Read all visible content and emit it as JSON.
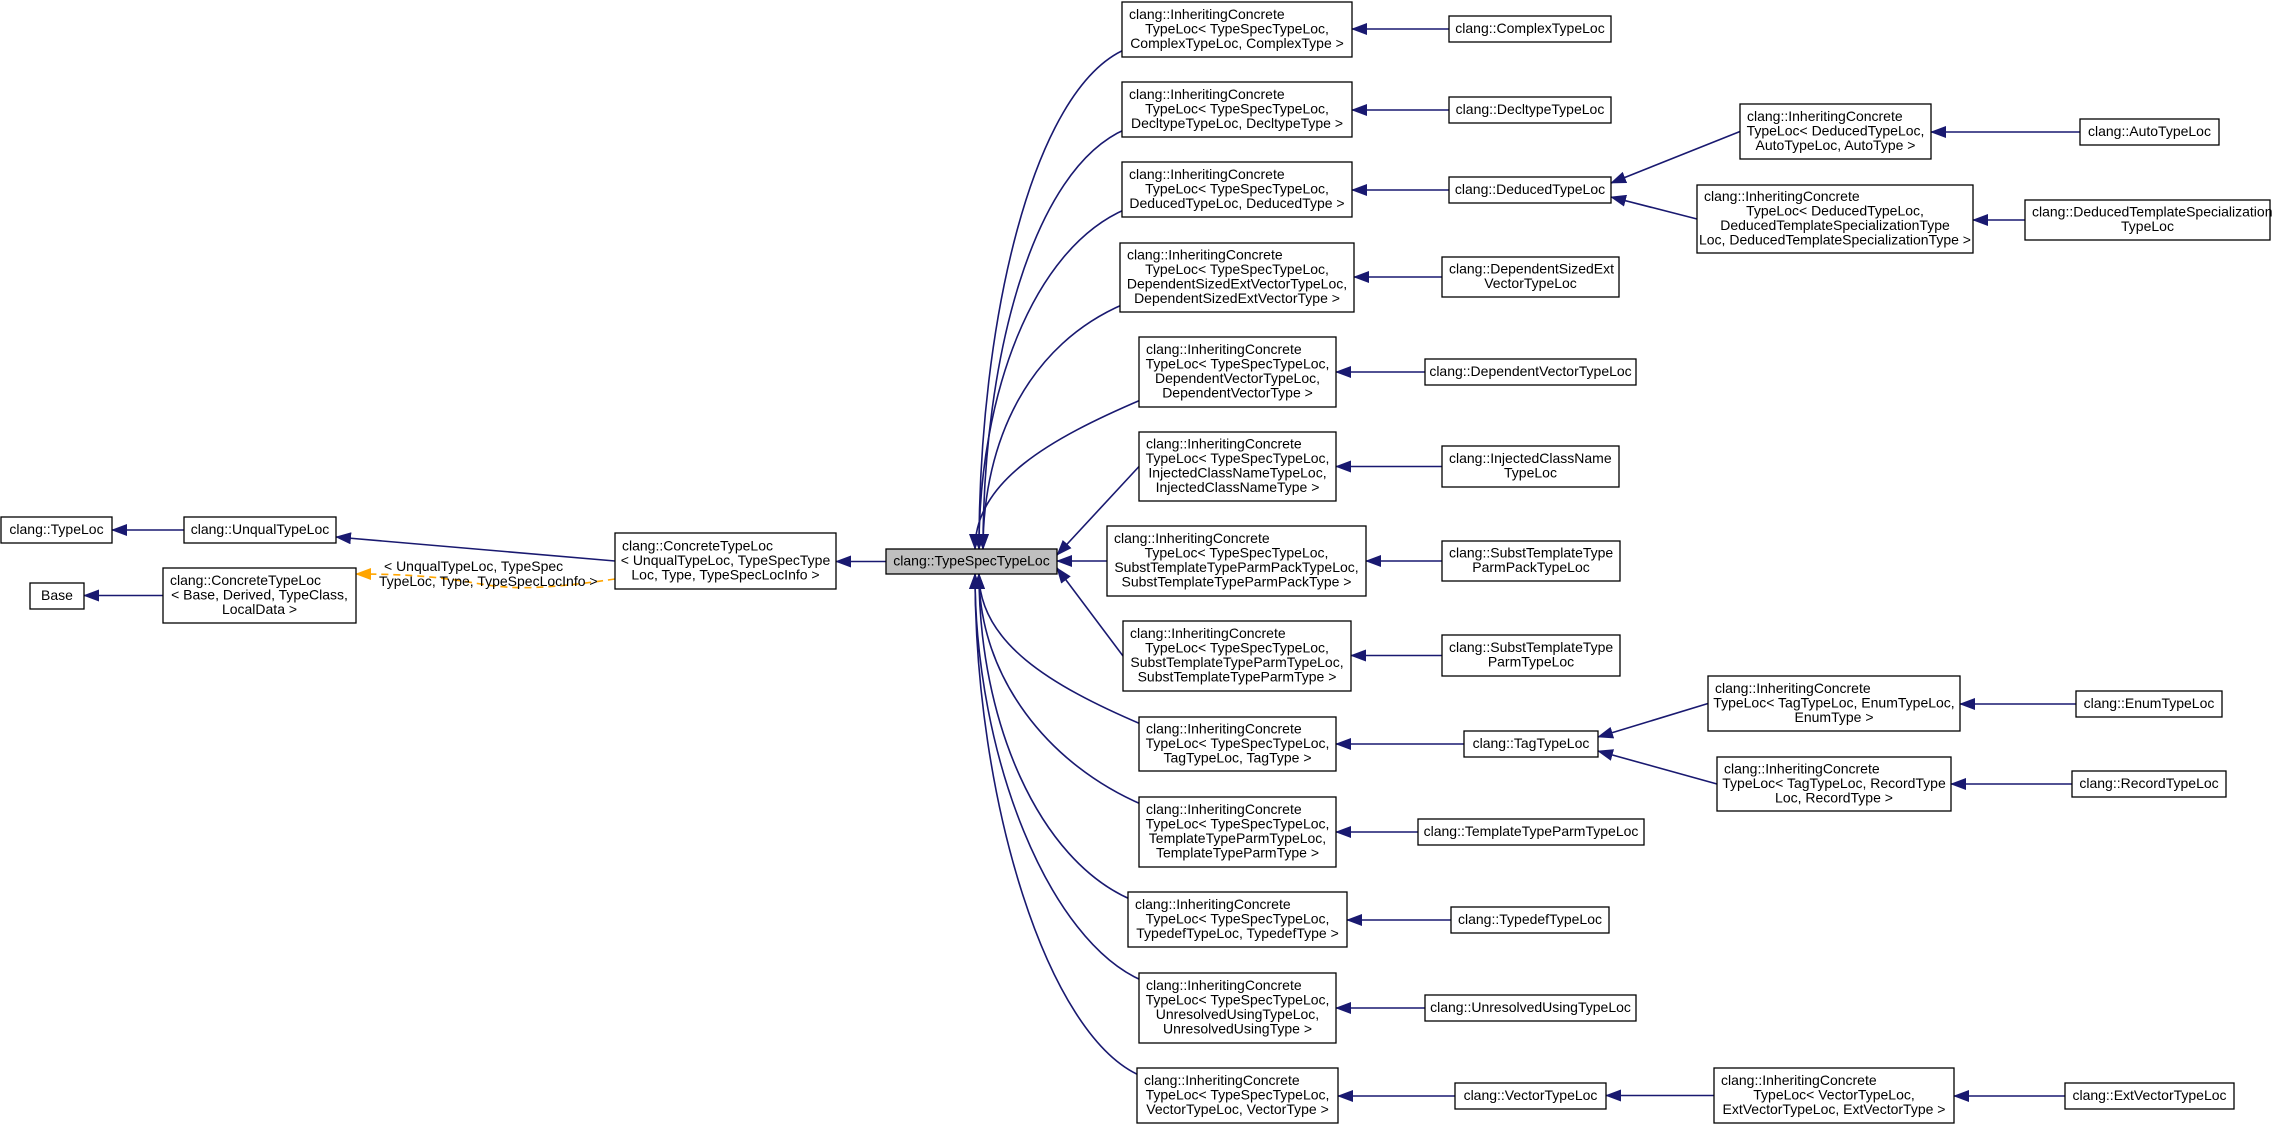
{
  "colors": {
    "inherit_edge": "#191970",
    "template_edge": "#ffa500",
    "focus_fill": "#bfbfbf"
  },
  "template_label": [
    "< UnqualTypeLoc, TypeSpec",
    "TypeLoc, Type, TypeSpecLocInfo >"
  ],
  "nodes": [
    {
      "id": "typeloc",
      "lines": [
        "clang::TypeLoc"
      ]
    },
    {
      "id": "base",
      "lines": [
        "Base"
      ]
    },
    {
      "id": "unqual",
      "lines": [
        "clang::UnqualTypeLoc"
      ]
    },
    {
      "id": "concbase",
      "lines": [
        "clang::ConcreteTypeLoc",
        "< Base, Derived, TypeClass,",
        "LocalData >"
      ]
    },
    {
      "id": "concunqual",
      "lines": [
        "clang::ConcreteTypeLoc",
        "< UnqualTypeLoc, TypeSpecType",
        "Loc, Type, TypeSpecLocInfo >"
      ]
    },
    {
      "id": "typespec",
      "lines": [
        "clang::TypeSpecTypeLoc"
      ],
      "focus": true
    },
    {
      "id": "i_complex",
      "lines": [
        "clang::InheritingConcrete",
        "TypeLoc< TypeSpecTypeLoc,",
        "ComplexTypeLoc, ComplexType >"
      ]
    },
    {
      "id": "complex",
      "lines": [
        "clang::ComplexTypeLoc"
      ]
    },
    {
      "id": "i_decltype",
      "lines": [
        "clang::InheritingConcrete",
        "TypeLoc< TypeSpecTypeLoc,",
        "DecltypeTypeLoc, DecltypeType >"
      ]
    },
    {
      "id": "decltype",
      "lines": [
        "clang::DecltypeTypeLoc"
      ]
    },
    {
      "id": "i_deduced",
      "lines": [
        "clang::InheritingConcrete",
        "TypeLoc< TypeSpecTypeLoc,",
        "DeducedTypeLoc, DeducedType >"
      ]
    },
    {
      "id": "deduced",
      "lines": [
        "clang::DeducedTypeLoc"
      ]
    },
    {
      "id": "i_auto",
      "lines": [
        "clang::InheritingConcrete",
        "TypeLoc< DeducedTypeLoc,",
        "AutoTypeLoc, AutoType >"
      ]
    },
    {
      "id": "auto",
      "lines": [
        "clang::AutoTypeLoc"
      ]
    },
    {
      "id": "i_dts",
      "lines": [
        "clang::InheritingConcrete",
        "TypeLoc< DeducedTypeLoc,",
        "DeducedTemplateSpecializationType",
        "Loc, DeducedTemplateSpecializationType >"
      ]
    },
    {
      "id": "dts",
      "lines": [
        "clang::DeducedTemplateSpecialization",
        "TypeLoc"
      ]
    },
    {
      "id": "i_dsev",
      "lines": [
        "clang::InheritingConcrete",
        "TypeLoc< TypeSpecTypeLoc,",
        "DependentSizedExtVectorTypeLoc,",
        "DependentSizedExtVectorType >"
      ]
    },
    {
      "id": "dsev",
      "lines": [
        "clang::DependentSizedExt",
        "VectorTypeLoc"
      ]
    },
    {
      "id": "i_dv",
      "lines": [
        "clang::InheritingConcrete",
        "TypeLoc< TypeSpecTypeLoc,",
        "DependentVectorTypeLoc,",
        "DependentVectorType >"
      ]
    },
    {
      "id": "dv",
      "lines": [
        "clang::DependentVectorTypeLoc"
      ]
    },
    {
      "id": "i_icn",
      "lines": [
        "clang::InheritingConcrete",
        "TypeLoc< TypeSpecTypeLoc,",
        "InjectedClassNameTypeLoc,",
        "InjectedClassNameType >"
      ]
    },
    {
      "id": "icn",
      "lines": [
        "clang::InjectedClassName",
        "TypeLoc"
      ]
    },
    {
      "id": "i_sttpp",
      "lines": [
        "clang::InheritingConcrete",
        "TypeLoc< TypeSpecTypeLoc,",
        "SubstTemplateTypeParmPackTypeLoc,",
        "SubstTemplateTypeParmPackType >"
      ]
    },
    {
      "id": "sttpp",
      "lines": [
        "clang::SubstTemplateType",
        "ParmPackTypeLoc"
      ]
    },
    {
      "id": "i_sttp",
      "lines": [
        "clang::InheritingConcrete",
        "TypeLoc< TypeSpecTypeLoc,",
        "SubstTemplateTypeParmTypeLoc,",
        "SubstTemplateTypeParmType >"
      ]
    },
    {
      "id": "sttp",
      "lines": [
        "clang::SubstTemplateType",
        "ParmTypeLoc"
      ]
    },
    {
      "id": "i_tag",
      "lines": [
        "clang::InheritingConcrete",
        "TypeLoc< TypeSpecTypeLoc,",
        "TagTypeLoc, TagType >"
      ]
    },
    {
      "id": "tag",
      "lines": [
        "clang::TagTypeLoc"
      ]
    },
    {
      "id": "i_enum",
      "lines": [
        "clang::InheritingConcrete",
        "TypeLoc< TagTypeLoc, EnumTypeLoc,",
        "EnumType >"
      ]
    },
    {
      "id": "enum",
      "lines": [
        "clang::EnumTypeLoc"
      ]
    },
    {
      "id": "i_record",
      "lines": [
        "clang::InheritingConcrete",
        "TypeLoc< TagTypeLoc, RecordType",
        "Loc, RecordType >"
      ]
    },
    {
      "id": "record",
      "lines": [
        "clang::RecordTypeLoc"
      ]
    },
    {
      "id": "i_ttp",
      "lines": [
        "clang::InheritingConcrete",
        "TypeLoc< TypeSpecTypeLoc,",
        "TemplateTypeParmTypeLoc,",
        "TemplateTypeParmType >"
      ]
    },
    {
      "id": "ttp",
      "lines": [
        "clang::TemplateTypeParmTypeLoc"
      ]
    },
    {
      "id": "i_typedef",
      "lines": [
        "clang::InheritingConcrete",
        "TypeLoc< TypeSpecTypeLoc,",
        "TypedefTypeLoc, TypedefType >"
      ]
    },
    {
      "id": "typedef",
      "lines": [
        "clang::TypedefTypeLoc"
      ]
    },
    {
      "id": "i_uu",
      "lines": [
        "clang::InheritingConcrete",
        "TypeLoc< TypeSpecTypeLoc,",
        "UnresolvedUsingTypeLoc,",
        "UnresolvedUsingType >"
      ]
    },
    {
      "id": "uu",
      "lines": [
        "clang::UnresolvedUsingTypeLoc"
      ]
    },
    {
      "id": "i_vector",
      "lines": [
        "clang::InheritingConcrete",
        "TypeLoc< TypeSpecTypeLoc,",
        "VectorTypeLoc, VectorType >"
      ]
    },
    {
      "id": "vector",
      "lines": [
        "clang::VectorTypeLoc"
      ]
    },
    {
      "id": "i_extvector",
      "lines": [
        "clang::InheritingConcrete",
        "TypeLoc< VectorTypeLoc,",
        "ExtVectorTypeLoc, ExtVectorType >"
      ]
    },
    {
      "id": "extvector",
      "lines": [
        "clang::ExtVectorTypeLoc"
      ]
    }
  ],
  "edges": [
    [
      "unqual",
      "typeloc"
    ],
    [
      "concbase",
      "base"
    ],
    [
      "concunqual",
      "unqual"
    ],
    [
      "typespec",
      "concunqual"
    ],
    [
      "i_complex",
      "typespec"
    ],
    [
      "complex",
      "i_complex"
    ],
    [
      "i_decltype",
      "typespec"
    ],
    [
      "decltype",
      "i_decltype"
    ],
    [
      "i_deduced",
      "typespec"
    ],
    [
      "deduced",
      "i_deduced"
    ],
    [
      "i_auto",
      "deduced"
    ],
    [
      "auto",
      "i_auto"
    ],
    [
      "i_dts",
      "deduced"
    ],
    [
      "dts",
      "i_dts"
    ],
    [
      "i_dsev",
      "typespec"
    ],
    [
      "dsev",
      "i_dsev"
    ],
    [
      "i_dv",
      "typespec"
    ],
    [
      "dv",
      "i_dv"
    ],
    [
      "i_icn",
      "typespec"
    ],
    [
      "icn",
      "i_icn"
    ],
    [
      "i_sttpp",
      "typespec"
    ],
    [
      "sttpp",
      "i_sttpp"
    ],
    [
      "i_sttp",
      "typespec"
    ],
    [
      "sttp",
      "i_sttp"
    ],
    [
      "i_tag",
      "typespec"
    ],
    [
      "tag",
      "i_tag"
    ],
    [
      "i_enum",
      "tag"
    ],
    [
      "enum",
      "i_enum"
    ],
    [
      "i_record",
      "tag"
    ],
    [
      "record",
      "i_record"
    ],
    [
      "i_ttp",
      "typespec"
    ],
    [
      "ttp",
      "i_ttp"
    ],
    [
      "i_typedef",
      "typespec"
    ],
    [
      "typedef",
      "i_typedef"
    ],
    [
      "i_uu",
      "typespec"
    ],
    [
      "uu",
      "i_uu"
    ],
    [
      "i_vector",
      "typespec"
    ],
    [
      "vector",
      "i_vector"
    ],
    [
      "i_extvector",
      "vector"
    ],
    [
      "extvector",
      "i_extvector"
    ]
  ],
  "template_edge": [
    "concunqual",
    "concbase"
  ]
}
